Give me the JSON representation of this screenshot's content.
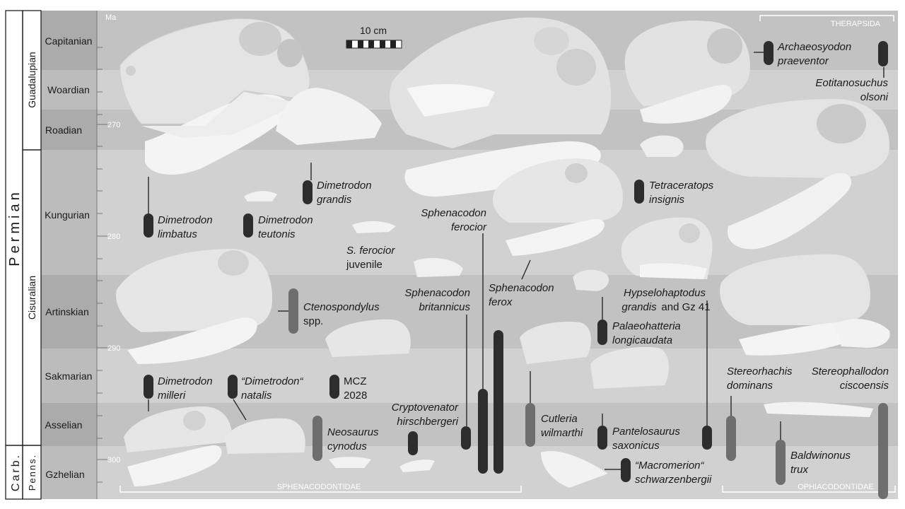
{
  "axis": {
    "unit": "Ma",
    "ticks": [
      "270",
      "280",
      "290",
      "300"
    ]
  },
  "periods": {
    "permian": "Permian",
    "carb": "Carb.",
    "penns": "Penns."
  },
  "epochs": {
    "guadalupian": "Guadalupian",
    "cisuralian": "Cisuralian"
  },
  "stages": [
    "Capitanian",
    "Woardian",
    "Roadian",
    "Kungurian",
    "Artinskian",
    "Sakmarian",
    "Asselian",
    "Gzhelian"
  ],
  "scale_bar": "10 cm",
  "groups": {
    "therapsida": "THERAPSIDA",
    "sphenacodontidae": "SPHENACODONTIDAE",
    "ophiacodontidae": "OPHIACODONTIDAE"
  },
  "taxa": {
    "archaeosyodon": [
      "Archaeosyodon",
      "praeventor"
    ],
    "eotitanosuchus": [
      "Eotitanosuchus",
      "olsoni"
    ],
    "dim_grandis": [
      "Dimetrodon",
      "grandis"
    ],
    "dim_limbatus": [
      "Dimetrodon",
      "limbatus"
    ],
    "dim_teutonis": [
      "Dimetrodon",
      "teutonis"
    ],
    "tetraceratops": [
      "Tetraceratops",
      "insignis"
    ],
    "s_ferocior_juv": [
      "S. ferocior",
      "juvenile"
    ],
    "sph_ferocior": [
      "Sphenacodon",
      "ferocior"
    ],
    "hypselohaptodus": [
      "Hypselohaptodus",
      "grandis",
      "and Gz 41"
    ],
    "ctenospondylus": [
      "Ctenospondylus",
      "spp."
    ],
    "sph_britannicus": [
      "Sphenacodon",
      "britannicus"
    ],
    "sph_ferox": [
      "Sphenacodon",
      "ferox"
    ],
    "palaeohatteria": [
      "Palaeohatteria",
      "longicaudata"
    ],
    "dim_milleri": [
      "Dimetrodon",
      "milleri"
    ],
    "dim_natalis": [
      "“Dimetrodon“",
      "natalis"
    ],
    "mcz": [
      "MCZ",
      "2028"
    ],
    "stereorhachis": [
      "Stereorhachis",
      "dominans"
    ],
    "stereophallodon": [
      "Stereophallodon",
      "ciscoensis"
    ],
    "cryptovenator": [
      "Cryptovenator",
      "hirschbergeri"
    ],
    "cutleria": [
      "Cutleria",
      "wilmarthi"
    ],
    "neosaurus": [
      "Neosaurus",
      "cynodus"
    ],
    "pantelosaurus": [
      "Pantelosaurus",
      "saxonicus"
    ],
    "baldwinonus": [
      "Baldwinonus",
      "trux"
    ],
    "macromerion": [
      "“Macromerion“",
      "schwarzenbergii"
    ]
  }
}
